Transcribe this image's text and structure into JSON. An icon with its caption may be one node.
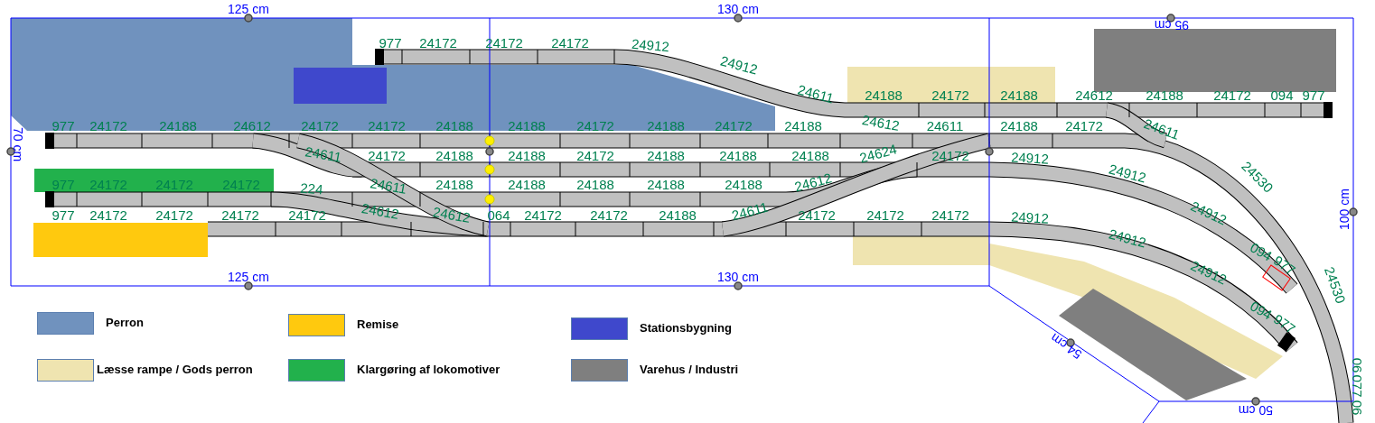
{
  "diagram": {
    "labels": [
      "125 cm",
      "130 cm",
      "95 cm",
      "977",
      "24172",
      "24172",
      "24172",
      "24912",
      "24912",
      "24611",
      "24188",
      "24172",
      "24188",
      "24612",
      "24188",
      "24172",
      "094",
      "977",
      "70 cm",
      "977",
      "24172",
      "24188",
      "24612",
      "24172",
      "24172",
      "24188",
      "24188",
      "24172",
      "24188",
      "24172",
      "24188",
      "24612",
      "24611",
      "24188",
      "24172",
      "24611",
      "24530",
      "100 cm",
      "24611",
      "24172",
      "24188",
      "24188",
      "24172",
      "24188",
      "24188",
      "24188",
      "24624",
      "24172",
      "24912",
      "24912",
      "24912",
      "094",
      "977",
      "977",
      "24172",
      "24172",
      "24172",
      "224",
      "24611",
      "24188",
      "24188",
      "24188",
      "24188",
      "24188",
      "24612",
      "977",
      "24172",
      "24172",
      "24172",
      "24172",
      "24612",
      "24612",
      "064",
      "24172",
      "24172",
      "24188",
      "24611",
      "24172",
      "24172",
      "24172",
      "24912",
      "24912",
      "24912",
      "094",
      "977",
      "24530",
      "125 cm",
      "130 cm",
      "54 cm",
      "06",
      "077",
      "06",
      "50 cm"
    ],
    "legend": [
      {
        "text": "Perron",
        "color": "#7092be"
      },
      {
        "text": "Remise",
        "color": "#ffc90e"
      },
      {
        "text": "Stationsbygning",
        "color": "#3f48cc"
      },
      {
        "text": "Læsse rampe / Gods perron",
        "color": "#efe4b0"
      },
      {
        "text": "Klargøring af lokomotiver",
        "color": "#22b14c"
      },
      {
        "text": "Varehus / Industri",
        "color": "#7f7f7f"
      }
    ]
  }
}
